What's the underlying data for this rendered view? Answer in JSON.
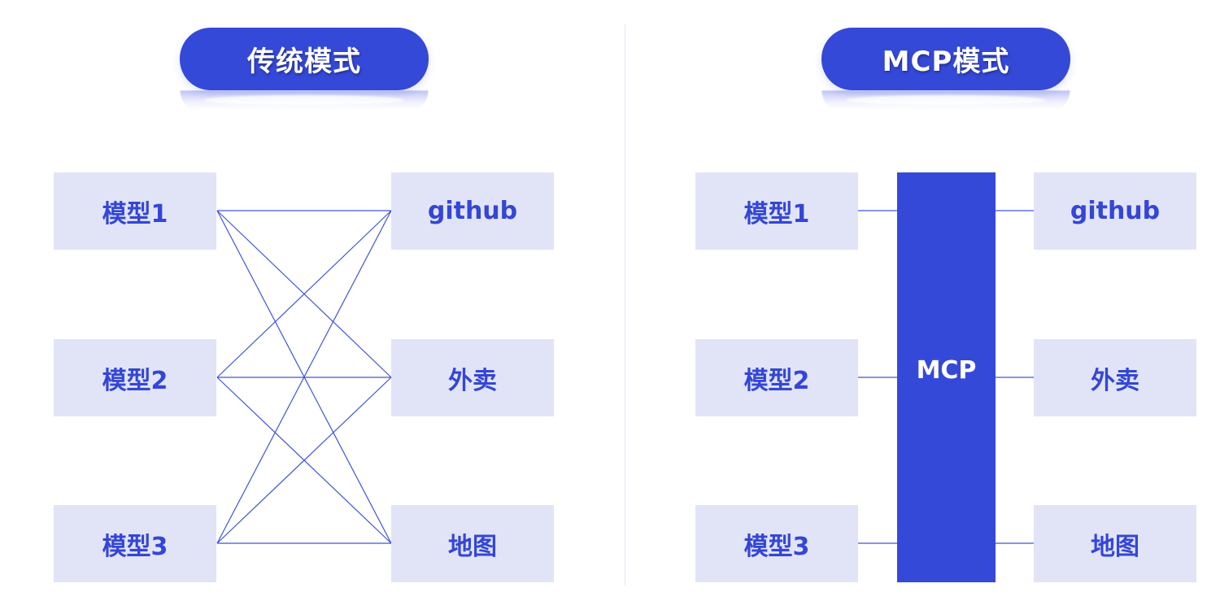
{
  "left_panel": {
    "title": "传统模式",
    "models": [
      "模型1",
      "模型2",
      "模型3"
    ],
    "services": [
      "github",
      "外卖",
      "地图"
    ]
  },
  "right_panel": {
    "title": "MCP模式",
    "models": [
      "模型1",
      "模型2",
      "模型3"
    ],
    "hub_label": "MCP",
    "services": [
      "github",
      "外卖",
      "地图"
    ]
  },
  "colors": {
    "primary": "#3549d8",
    "box_fill": "#e1e4f7",
    "box_text": "#3446d6",
    "line": "#3f54d6"
  }
}
